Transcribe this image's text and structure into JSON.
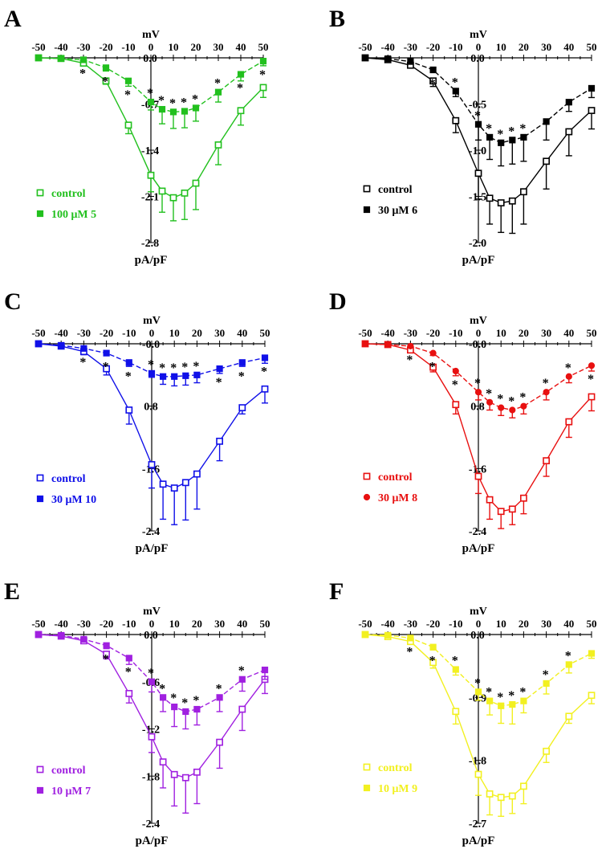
{
  "chart_data": [
    {
      "panel_label": "A",
      "type": "line",
      "x_axis_title": "mV",
      "y_axis_title": "pA/pF",
      "x_ticks": [
        "-50",
        "-40",
        "-30",
        "-20",
        "-10",
        "0",
        "10",
        "20",
        "30",
        "40",
        "50"
      ],
      "y_ticks": [
        "0.0",
        "-0.7",
        "-1.4",
        "-2.1",
        "-2.8"
      ],
      "xlim": [
        -50,
        50
      ],
      "ylim": [
        -2.8,
        0
      ],
      "x": [
        -50,
        -40,
        -30,
        -20,
        -10,
        0,
        5,
        10,
        15,
        20,
        30,
        40,
        50
      ],
      "color": "#22c01e",
      "series": [
        {
          "name": "control",
          "marker": "open-square",
          "values": [
            0,
            -0.01,
            -0.08,
            -0.35,
            -1.02,
            -1.78,
            -2.02,
            -2.12,
            -2.05,
            -1.9,
            -1.32,
            -0.8,
            -0.45
          ],
          "err": [
            0,
            0.01,
            0.03,
            0.05,
            0.13,
            0.25,
            0.32,
            0.35,
            0.4,
            0.4,
            0.3,
            0.22,
            0.15
          ]
        },
        {
          "name": "100 μM 5",
          "marker": "filled-square",
          "values": [
            0,
            -0.01,
            -0.03,
            -0.15,
            -0.35,
            -0.67,
            -0.78,
            -0.82,
            -0.81,
            -0.76,
            -0.52,
            -0.25,
            -0.05
          ],
          "err": [
            0,
            0.01,
            0.03,
            0.05,
            0.08,
            0.12,
            0.22,
            0.25,
            0.25,
            0.2,
            0.15,
            0.1,
            0.07
          ]
        }
      ],
      "significance_x": [
        -30,
        -20,
        -10,
        0,
        5,
        10,
        15,
        20,
        30,
        40,
        50
      ]
    },
    {
      "panel_label": "B",
      "type": "line",
      "x_axis_title": "mV",
      "y_axis_title": "pA/pF",
      "x_ticks": [
        "-50",
        "-40",
        "-30",
        "-20",
        "-10",
        "0",
        "10",
        "20",
        "30",
        "40",
        "50"
      ],
      "y_ticks": [
        "0.0",
        "-0.5",
        "-1.0",
        "-1.5",
        "-2.0"
      ],
      "xlim": [
        -50,
        50
      ],
      "ylim": [
        -2.0,
        0
      ],
      "x": [
        -50,
        -40,
        -30,
        -20,
        -10,
        0,
        5,
        10,
        15,
        20,
        30,
        40,
        50
      ],
      "color": "#000000",
      "series": [
        {
          "name": "control",
          "marker": "open-square",
          "values": [
            0,
            -0.02,
            -0.08,
            -0.25,
            -0.68,
            -1.25,
            -1.52,
            -1.57,
            -1.55,
            -1.45,
            -1.12,
            -0.8,
            -0.57
          ],
          "err": [
            0,
            0.01,
            0.03,
            0.06,
            0.13,
            0.28,
            0.28,
            0.32,
            0.35,
            0.35,
            0.3,
            0.26,
            0.2
          ]
        },
        {
          "name": "30 μM 6",
          "marker": "filled-square",
          "values": [
            0,
            -0.01,
            -0.04,
            -0.13,
            -0.36,
            -0.72,
            -0.86,
            -0.92,
            -0.89,
            -0.86,
            -0.69,
            -0.48,
            -0.33
          ],
          "err": [
            0,
            0.01,
            0.02,
            0.03,
            0.06,
            0.17,
            0.24,
            0.25,
            0.26,
            0.26,
            0.2,
            0.1,
            0.1
          ]
        }
      ],
      "significance_x": [
        -20,
        -10,
        0,
        5,
        10,
        15,
        20
      ]
    },
    {
      "panel_label": "C",
      "type": "line",
      "x_axis_title": "mV",
      "y_axis_title": "pA/pF",
      "x_ticks": [
        "-50",
        "-40",
        "-30",
        "-20",
        "-10",
        "0",
        "10",
        "20",
        "30",
        "40",
        "50"
      ],
      "y_ticks": [
        "-0.0",
        "0.8",
        "-1.6",
        "-2.4"
      ],
      "xlim": [
        -50,
        50
      ],
      "ylim": [
        -2.4,
        0
      ],
      "x": [
        -50,
        -40,
        -30,
        -20,
        -10,
        0,
        5,
        10,
        15,
        20,
        30,
        40,
        50
      ],
      "color": "#1010e8",
      "series": [
        {
          "name": "control",
          "marker": "open-square",
          "values": [
            0,
            -0.03,
            -0.1,
            -0.32,
            -0.85,
            -1.55,
            -1.8,
            -1.85,
            -1.78,
            -1.67,
            -1.25,
            -0.82,
            -0.58
          ],
          "err": [
            0,
            0.02,
            0.04,
            0.08,
            0.18,
            0.3,
            0.45,
            0.47,
            0.48,
            0.45,
            0.25,
            0.08,
            0.18
          ]
        },
        {
          "name": "30 μM 10",
          "marker": "filled-square",
          "values": [
            0,
            -0.02,
            -0.06,
            -0.12,
            -0.24,
            -0.38,
            -0.42,
            -0.42,
            -0.41,
            -0.4,
            -0.32,
            -0.24,
            -0.18
          ],
          "err": [
            0,
            0.01,
            0.02,
            0.03,
            0.05,
            0.05,
            0.1,
            0.12,
            0.12,
            0.1,
            0.06,
            0.05,
            0.07
          ]
        }
      ],
      "significance_x": [
        -30,
        -20,
        -10,
        0,
        5,
        10,
        15,
        20,
        30,
        40,
        50
      ]
    },
    {
      "panel_label": "D",
      "type": "line",
      "x_axis_title": "mV",
      "y_axis_title": "pA/pF",
      "x_ticks": [
        "-50",
        "-40",
        "-30",
        "-20",
        "-10",
        "0",
        "10",
        "20",
        "30",
        "40",
        "50"
      ],
      "y_ticks": [
        "-0.0",
        "0.8",
        "-1.6",
        "-2.4"
      ],
      "xlim": [
        -50,
        50
      ],
      "ylim": [
        -2.4,
        0
      ],
      "x": [
        -50,
        -40,
        -30,
        -20,
        -10,
        0,
        5,
        10,
        15,
        20,
        30,
        40,
        50
      ],
      "color": "#e81010",
      "series": [
        {
          "name": "control",
          "marker": "open-square",
          "values": [
            0,
            -0.01,
            -0.08,
            -0.3,
            -0.78,
            -1.7,
            -2.0,
            -2.15,
            -2.12,
            -1.98,
            -1.5,
            -1.0,
            -0.68
          ],
          "err": [
            0,
            0.01,
            0.03,
            0.06,
            0.12,
            0.22,
            0.25,
            0.22,
            0.2,
            0.2,
            0.2,
            0.2,
            0.18
          ]
        },
        {
          "name": "30 μM 8",
          "marker": "filled-circle",
          "values": [
            0,
            -0.01,
            -0.03,
            -0.12,
            -0.35,
            -0.62,
            -0.75,
            -0.82,
            -0.85,
            -0.8,
            -0.62,
            -0.42,
            -0.28
          ],
          "err": [
            0,
            0.01,
            0.02,
            0.03,
            0.06,
            0.1,
            0.1,
            0.1,
            0.1,
            0.1,
            0.1,
            0.08,
            0.07
          ]
        }
      ],
      "significance_x": [
        -30,
        -20,
        -10,
        0,
        5,
        10,
        15,
        20,
        30,
        40,
        50
      ]
    },
    {
      "panel_label": "E",
      "type": "line",
      "x_axis_title": "mV",
      "y_axis_title": "pA/pF",
      "x_ticks": [
        "-50",
        "-40",
        "-30",
        "-20",
        "-10",
        "0",
        "10",
        "20",
        "30",
        "40",
        "50"
      ],
      "y_ticks": [
        "0.0",
        "-0.6",
        "-1.2",
        "-1.8",
        "-2.4"
      ],
      "xlim": [
        -50,
        50
      ],
      "ylim": [
        -2.4,
        0
      ],
      "x": [
        -50,
        -40,
        -30,
        -20,
        -10,
        0,
        5,
        10,
        15,
        20,
        30,
        40,
        50
      ],
      "color": "#a020e0",
      "series": [
        {
          "name": "control",
          "marker": "open-square",
          "values": [
            0,
            -0.02,
            -0.08,
            -0.25,
            -0.75,
            -1.3,
            -1.62,
            -1.78,
            -1.82,
            -1.75,
            -1.37,
            -0.95,
            -0.57
          ],
          "err": [
            0,
            0.01,
            0.03,
            0.06,
            0.12,
            0.2,
            0.33,
            0.4,
            0.45,
            0.4,
            0.33,
            0.27,
            0.18
          ]
        },
        {
          "name": "10 μM 7",
          "marker": "filled-square",
          "values": [
            0,
            -0.01,
            -0.06,
            -0.14,
            -0.3,
            -0.6,
            -0.8,
            -0.92,
            -0.98,
            -0.95,
            -0.8,
            -0.57,
            -0.45
          ],
          "err": [
            0,
            0.01,
            0.02,
            0.04,
            0.08,
            0.13,
            0.18,
            0.25,
            0.22,
            0.2,
            0.18,
            0.15,
            0.12
          ]
        }
      ],
      "significance_x": [
        -20,
        -10,
        0,
        5,
        10,
        15,
        20,
        30,
        40
      ]
    },
    {
      "panel_label": "F",
      "type": "line",
      "x_axis_title": "mV",
      "y_axis_title": "pA/pF",
      "x_ticks": [
        "-50",
        "-40",
        "-30",
        "-20",
        "-10",
        "0",
        "10",
        "20",
        "30",
        "40",
        "50"
      ],
      "y_ticks": [
        "0.0",
        "-0.9",
        "-1.8",
        "-2.7"
      ],
      "xlim": [
        -50,
        50
      ],
      "ylim": [
        -2.7,
        0
      ],
      "x": [
        -50,
        -40,
        -30,
        -20,
        -10,
        0,
        5,
        10,
        15,
        20,
        30,
        40,
        50
      ],
      "color": "#f2f020",
      "series": [
        {
          "name": "control",
          "marker": "open-square",
          "values": [
            0,
            -0.03,
            -0.1,
            -0.4,
            -1.1,
            -2.0,
            -2.28,
            -2.33,
            -2.31,
            -2.17,
            -1.67,
            -1.17,
            -0.87
          ],
          "err": [
            0,
            0.01,
            0.04,
            0.08,
            0.18,
            0.3,
            0.3,
            0.27,
            0.25,
            0.25,
            0.16,
            0.1,
            0.12
          ]
        },
        {
          "name": "10 μM 9",
          "marker": "filled-square",
          "values": [
            0,
            -0.01,
            -0.05,
            -0.18,
            -0.5,
            -0.82,
            -0.95,
            -1.02,
            -1.0,
            -0.95,
            -0.7,
            -0.43,
            -0.27
          ],
          "err": [
            0,
            0.01,
            0.02,
            0.04,
            0.08,
            0.12,
            0.2,
            0.25,
            0.28,
            0.17,
            0.15,
            0.12,
            0.07
          ]
        }
      ],
      "significance_x": [
        -30,
        -20,
        -10,
        0,
        5,
        10,
        15,
        20,
        30,
        40
      ]
    }
  ]
}
